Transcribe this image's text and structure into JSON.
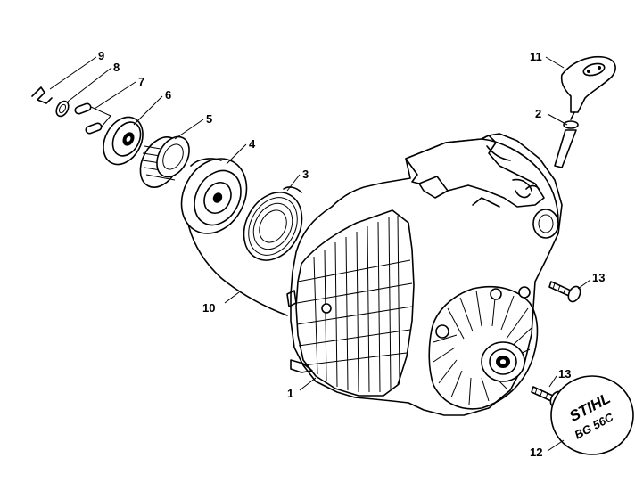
{
  "callouts": {
    "n1": "1",
    "n2": "2",
    "n3": "3",
    "n4": "4",
    "n5": "5",
    "n6": "6",
    "n7": "7",
    "n8": "8",
    "n9": "9",
    "n10": "10",
    "n11": "11",
    "n12": "12",
    "n13a": "13",
    "n13b": "13"
  },
  "logo_plate": {
    "brand": "STIHL",
    "model": "BG 56C"
  }
}
